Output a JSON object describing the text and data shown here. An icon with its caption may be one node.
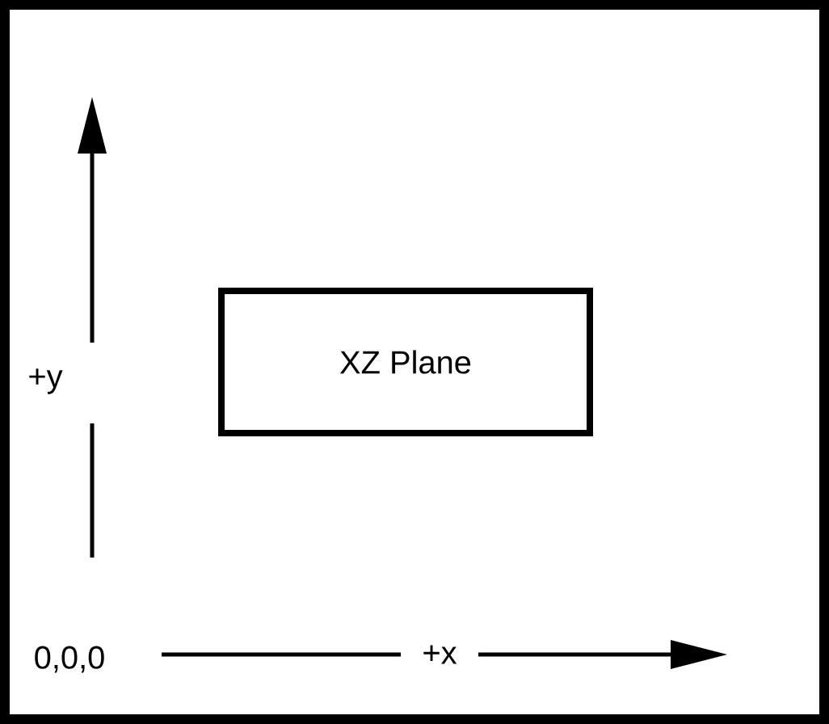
{
  "diagram": {
    "nodes": [
      {
        "text": [
          "XZ Plane"
        ]
      }
    ],
    "labels": [
      "+y",
      "0,0,0",
      "+x"
    ]
  }
}
